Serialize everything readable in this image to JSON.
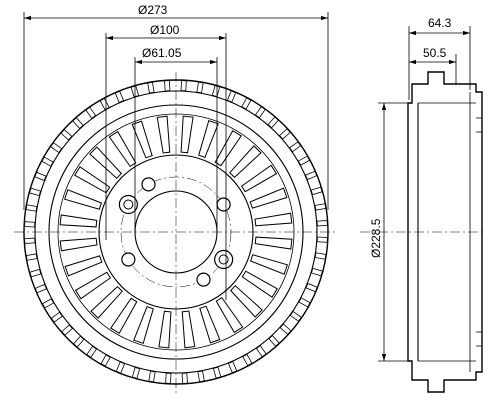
{
  "dimensions": {
    "outer_diameter": "Ø273",
    "bolt_circle": "Ø100",
    "center_bore": "Ø61.05",
    "drum_diameter": "Ø228.5",
    "overall_height": "64.3",
    "inner_height": "50.5"
  }
}
